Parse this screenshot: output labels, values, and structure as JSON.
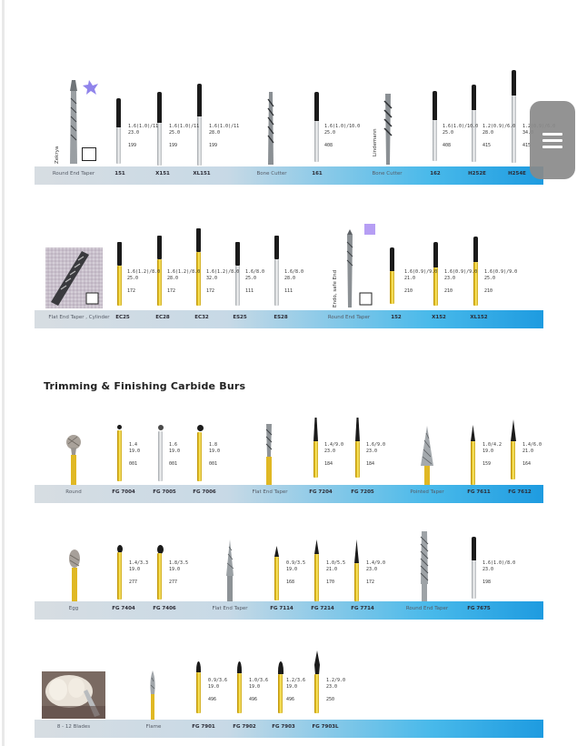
{
  "sections": [
    {
      "labels": [
        "Round End Taper",
        "151",
        "X151",
        "XL151",
        "Bone Cutter",
        "161",
        "Bone Cutter",
        "162",
        "H252E",
        "H254E"
      ],
      "specs": [
        {
          "size": "1.6(1.0)/11",
          "length": "23.0",
          "code": "199"
        },
        {
          "size": "1.6(1.0)/11",
          "length": "25.0",
          "code": "199"
        },
        {
          "size": "1.6(1.0)/11",
          "length": "28.0",
          "code": "199"
        },
        {
          "size": "1.6(1.0)/10.0",
          "length": "25.0",
          "code": "408"
        },
        {
          "size": "1.6(1.0)/10.0",
          "length": "25.0",
          "code": "408"
        },
        {
          "size": "1.2(0.9)/6.0",
          "length": "28.0",
          "code": "415"
        },
        {
          "size": "1.2(0.9)/6.0",
          "length": "34.0",
          "code": "415"
        }
      ],
      "vertical_labels": [
        "Zekrya",
        "Lindemann"
      ]
    },
    {
      "labels": [
        "Flat End Taper , Cylinder",
        "EC25",
        "EC28",
        "EC32",
        "ES25",
        "ES28",
        "Round End Taper",
        "152",
        "X152",
        "XL152"
      ],
      "specs": [
        {
          "size": "1.6(1.2)/8.0",
          "length": "25.0",
          "code": "172"
        },
        {
          "size": "1.6(1.2)/8.0",
          "length": "28.0",
          "code": "172"
        },
        {
          "size": "1.6(1.2)/8.0",
          "length": "32.0",
          "code": "172"
        },
        {
          "size": "1.6/8.0",
          "length": "25.0",
          "code": "111"
        },
        {
          "size": "1.6/8.0",
          "length": "28.0",
          "code": "111"
        },
        {
          "size": "1.6(0.9)/9.0",
          "length": "21.0",
          "code": "210"
        },
        {
          "size": "1.6(0.9)/9.0",
          "length": "23.0",
          "code": "210"
        },
        {
          "size": "1.6(0.9)/9.0",
          "length": "25.0",
          "code": "210"
        }
      ],
      "vertical_labels": [
        "Endo, safe End"
      ]
    },
    {
      "labels": [
        "Round",
        "FG 7004",
        "FG 7005",
        "FG 7006",
        "Flat End Taper",
        "FG 7204",
        "FG 7205",
        "Pointed Taper",
        "FG 7611",
        "FG 7612"
      ],
      "specs": [
        {
          "size": "1.4",
          "length": "19.0",
          "code": "001"
        },
        {
          "size": "1.6",
          "length": "19.0",
          "code": "001"
        },
        {
          "size": "1.8",
          "length": "19.0",
          "code": "001"
        },
        {
          "size": "1.4/9.0",
          "length": "23.0",
          "code": "184"
        },
        {
          "size": "1.6/9.0",
          "length": "23.0",
          "code": "184"
        },
        {
          "size": "1.0/4.2",
          "length": "19.0",
          "code": "159"
        },
        {
          "size": "1.4/6.0",
          "length": "21.0",
          "code": "164"
        }
      ]
    },
    {
      "labels": [
        "Egg",
        "FG 7404",
        "FG 7406",
        "Flat End Taper",
        "FG 7114",
        "FG 7214",
        "FG 7714",
        "Round End Taper",
        "FG 7675"
      ],
      "specs": [
        {
          "size": "1.4/3.3",
          "length": "19.0",
          "code": "277"
        },
        {
          "size": "1.8/3.5",
          "length": "19.0",
          "code": "277"
        },
        {
          "size": "0.9/3.5",
          "length": "19.0",
          "code": "168"
        },
        {
          "size": "1.0/5.5",
          "length": "21.0",
          "code": "170"
        },
        {
          "size": "1.4/9.0",
          "length": "23.0",
          "code": "172"
        },
        {
          "size": "1.6(1.0)/8.0",
          "length": "23.0",
          "code": "198"
        }
      ]
    },
    {
      "labels": [
        "8 - 12 Blades",
        "Flame",
        "FG 7901",
        "FG 7902",
        "FG 7903",
        "FG 7903L"
      ],
      "specs": [
        {
          "size": "0.9/3.6",
          "length": "19.0",
          "code": "496"
        },
        {
          "size": "1.0/3.6",
          "length": "19.0",
          "code": "496"
        },
        {
          "size": "1.2/3.6",
          "length": "19.0",
          "code": "496"
        },
        {
          "size": "1.2/9.0",
          "length": "23.0",
          "code": "250"
        }
      ]
    }
  ],
  "heading": "Trimming & Finishing Carbide Burs",
  "colors": {
    "bar_start": "#d7dde2",
    "bar_end": "#1e9be0",
    "gold": "#f2d230",
    "silver": "#e6e8ea"
  }
}
